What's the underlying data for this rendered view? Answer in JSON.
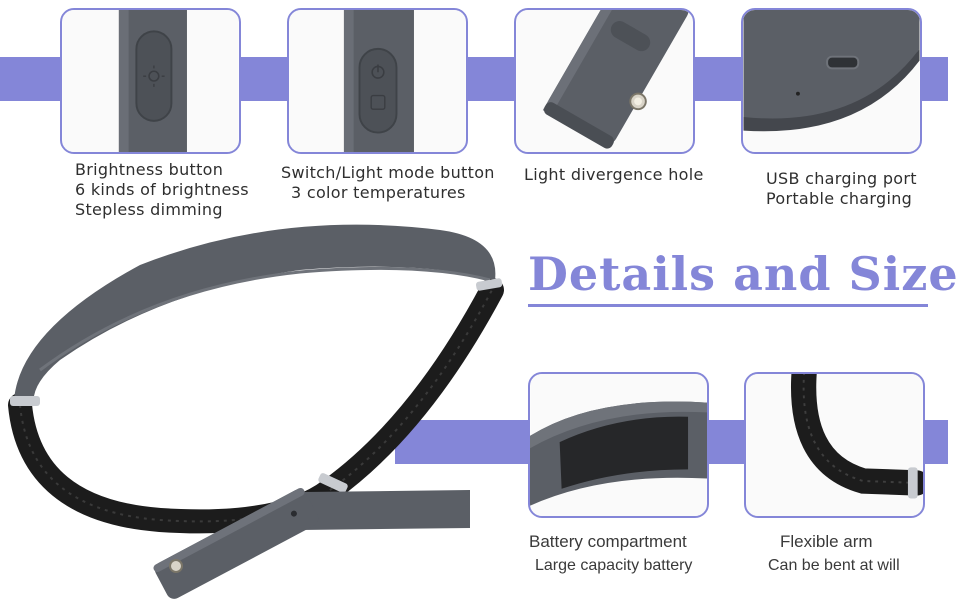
{
  "title": "Details and Size",
  "colors": {
    "accent": "#8486d8",
    "device": "#5b5f66",
    "arm": "#1c1c1c"
  },
  "features": [
    {
      "name": "brightness-button",
      "lines": [
        "Brightness button",
        "6 kinds of brightness",
        "Stepless dimming"
      ]
    },
    {
      "name": "switch-button",
      "lines": [
        "Switch/Light mode button",
        "3 color temperatures"
      ]
    },
    {
      "name": "light-hole",
      "lines": [
        "Light divergence hole"
      ]
    },
    {
      "name": "usb-port",
      "lines": [
        "USB charging port",
        "Portable charging"
      ]
    },
    {
      "name": "battery",
      "lines": [
        "Battery compartment",
        "Large capacity battery"
      ]
    },
    {
      "name": "flexible-arm",
      "lines": [
        "Flexible arm",
        "Can be bent at will"
      ]
    }
  ]
}
